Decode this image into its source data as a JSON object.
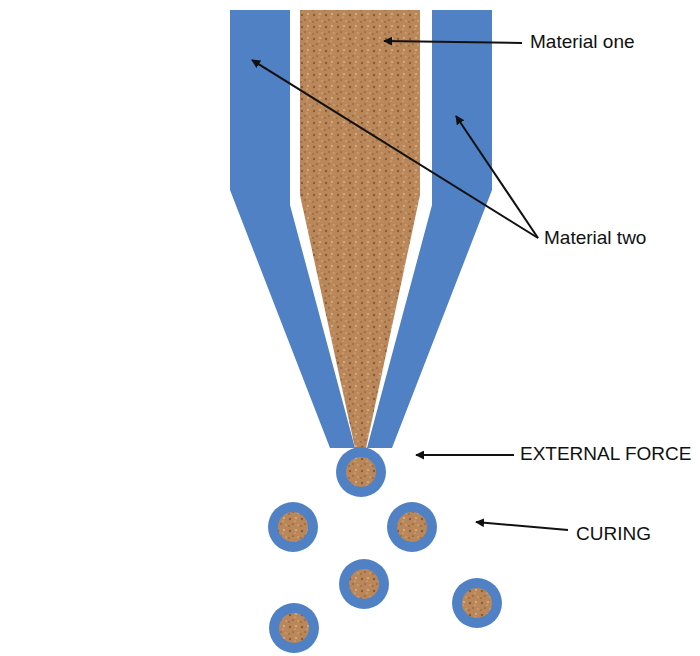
{
  "diagram": {
    "labels": [
      "Material one",
      "Material two",
      "EXTERNAL FORCE",
      "CURING"
    ]
  }
}
